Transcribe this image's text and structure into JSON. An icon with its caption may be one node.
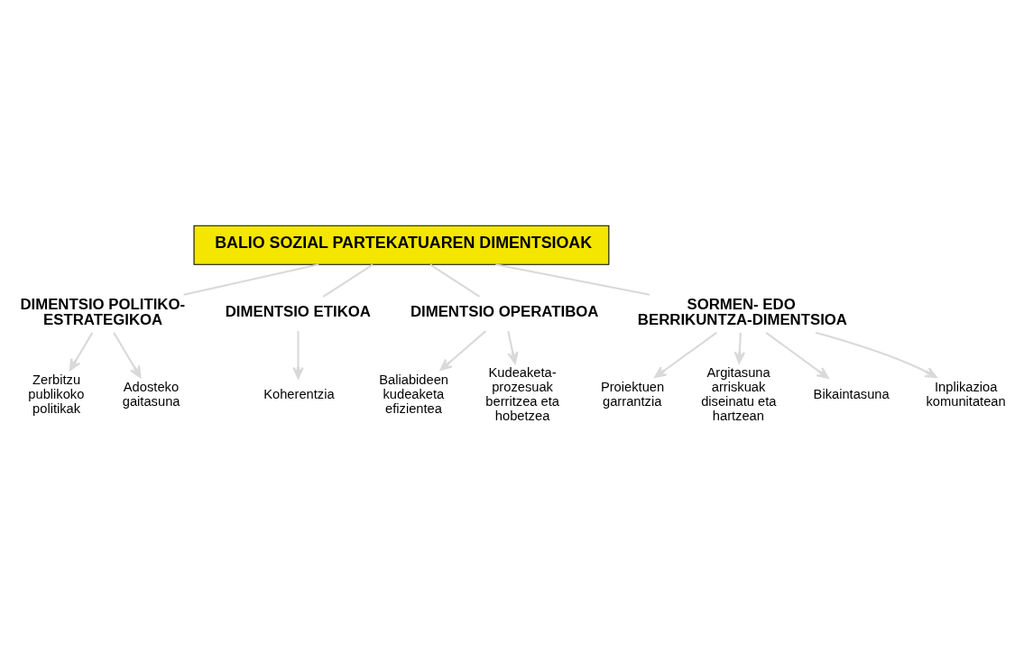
{
  "diagram": {
    "nodes": [
      {
        "text": [
          "BALIO SOZIAL PARTEKATUAREN DIMENTSIOAK"
        ]
      },
      {
        "text": [
          "DIMENTSIO POLITIKO-ESTRATEGIKOA"
        ]
      },
      {
        "text": [
          "DIMENTSIO ETIKOA"
        ]
      },
      {
        "text": [
          "DIMENTSIO OPERATIBOA"
        ]
      },
      {
        "text": [
          "Zerbitzu publikoko politikak"
        ]
      },
      {
        "text": [
          "Adosteko gaitasuna"
        ]
      },
      {
        "text": [
          "Koherentzia"
        ]
      },
      {
        "text": [
          "SORMEN- EDO BERRIKUNTZA-DIMENTSIOA"
        ]
      },
      {
        "text": [
          "Baliabideen kudeaketa efizientea"
        ]
      },
      {
        "text": [
          "Kudeaketa-prozesuak berritzea eta hobetzea"
        ]
      },
      {
        "text": [
          "Proiektuen garrantzia"
        ]
      },
      {
        "text": [
          "Argitasuna arriskuak diseinatu eta hartzean"
        ]
      },
      {
        "text": [
          "Bikaintasuna"
        ]
      },
      {
        "text": [
          "Inplikazioa komunitatean"
        ]
      }
    ],
    "edges": [
      {
        "from": 0,
        "to": 1,
        "arrow": "none"
      },
      {
        "from": 0,
        "to": 2,
        "arrow": "none"
      },
      {
        "from": 0,
        "to": 7,
        "arrow": "none"
      },
      {
        "from": 0,
        "to": 3,
        "arrow": "none"
      },
      {
        "from": 1,
        "to": 4,
        "arrow": "to"
      },
      {
        "from": 1,
        "to": 5,
        "arrow": "to"
      },
      {
        "from": 2,
        "to": 6,
        "arrow": "to"
      },
      {
        "from": 3,
        "to": 8,
        "arrow": "to"
      },
      {
        "from": 3,
        "to": 9,
        "arrow": "to"
      },
      {
        "from": 7,
        "to": 10,
        "arrow": "to"
      },
      {
        "from": 7,
        "to": 11,
        "arrow": "to"
      },
      {
        "from": 7,
        "to": 12,
        "arrow": "to"
      },
      {
        "from": 7,
        "to": 13,
        "arrow": "to"
      }
    ]
  }
}
